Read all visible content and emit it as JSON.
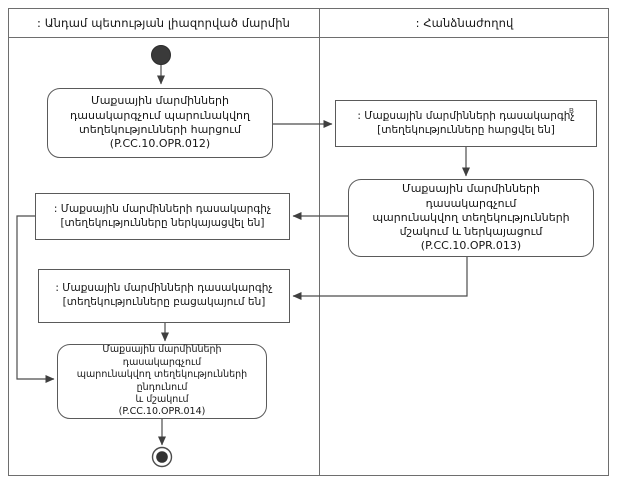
{
  "diagram_title": "Activity diagram P.CC.10 — customs authorities classifier information exchange",
  "lanes": {
    "left": {
      "label": ": Անդամ պետության լիազորված մարմին"
    },
    "right": {
      "label": ": Հանձնաժողով"
    }
  },
  "nodes": {
    "start": {
      "type": "initial-node"
    },
    "opr012": {
      "type": "activity",
      "lane": "left",
      "text": "Մաքսային մարմինների\nդասակարգչում պարունակվող\nտեղեկությունների հարցում\n(P.CC.10.OPR.012)"
    },
    "queried": {
      "type": "object",
      "lane": "right",
      "text": ": Մաքսային մարմինների դասակարգիչ\n[տեղեկությունները հարցվել են]",
      "corner_mark": "в"
    },
    "opr013": {
      "type": "activity",
      "lane": "right",
      "text": "Մաքսային մարմինների դասակարգչում\nպարունակվող տեղեկությունների\nմշակում և ներկայացում\n(P.CC.10.OPR.013)"
    },
    "presented": {
      "type": "object",
      "lane": "left",
      "text": ": Մաքսային մարմինների դասակարգիչ\n[տեղեկությունները ներկայացվել են]"
    },
    "missing": {
      "type": "object",
      "lane": "left",
      "text": ": Մաքսային մարմինների դասակարգիչ\n[տեղեկությունները բացակայում են]"
    },
    "opr014": {
      "type": "activity",
      "lane": "left",
      "text": "Մաքսային մարմինների դասակարգչում\nպարունակվող տեղեկությունների ընդունում\nև մշակում\n(P.CC.10.OPR.014)"
    },
    "end": {
      "type": "final-node"
    }
  },
  "flows": [
    {
      "from": "start",
      "to": "opr012"
    },
    {
      "from": "opr012",
      "to": "queried"
    },
    {
      "from": "queried",
      "to": "opr013"
    },
    {
      "from": "opr013",
      "to": "presented"
    },
    {
      "from": "opr013",
      "to": "missing"
    },
    {
      "from": "presented",
      "to": "opr014"
    },
    {
      "from": "missing",
      "to": "opr014"
    },
    {
      "from": "opr014",
      "to": "end"
    }
  ],
  "colors": {
    "line": "#4c4c4c",
    "frame": "#6e6e6e",
    "text": "#161616",
    "background": "#ffffff"
  }
}
